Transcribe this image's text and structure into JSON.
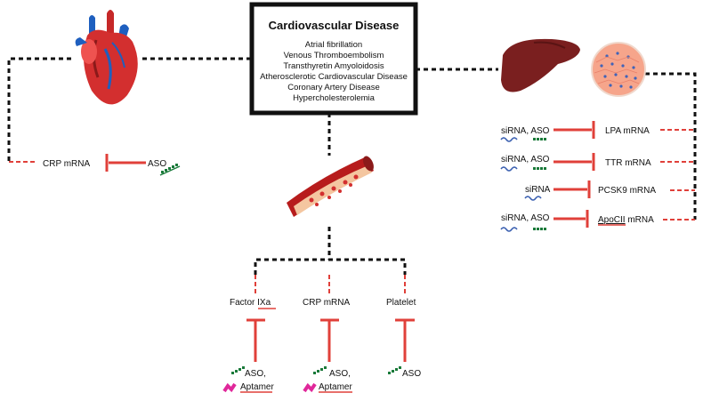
{
  "title_box": {
    "title": "Cardiovascular Disease",
    "diseases": [
      "Atrial fibrillation",
      "Venous Thromboembolism",
      "Transthyretin Amyoloidosis",
      "Atherosclerotic Cardiovascular Disease",
      "Coronary Artery Disease",
      "Hypercholesterolemia"
    ]
  },
  "left_branch": {
    "target": "CRP mRNA",
    "agent": "ASO"
  },
  "right_branch": {
    "rows": [
      {
        "agents": "siRNA, ASO",
        "target": "LPA mRNA"
      },
      {
        "agents": "siRNA, ASO",
        "target": "TTR mRNA"
      },
      {
        "agents": "siRNA",
        "target": "PCSK9 mRNA"
      },
      {
        "agents": "siRNA, ASO",
        "target_underlined": "ApoCII",
        "target_rest": " mRNA"
      }
    ]
  },
  "bottom_branch": {
    "factor_plain": "Factor ",
    "factor_underlined": "IXa",
    "crp": "CRP mRNA",
    "platelet": "Platelet",
    "aso_comma": "ASO,",
    "aptamer": "Aptamer",
    "aso": "ASO"
  },
  "colors": {
    "inhibit_red": "#e0403a",
    "dash_black": "#111111",
    "aso_green": "#1a7a3a",
    "sirna_blue": "#3a5fb0",
    "aptamer_magenta": "#e0289a"
  }
}
